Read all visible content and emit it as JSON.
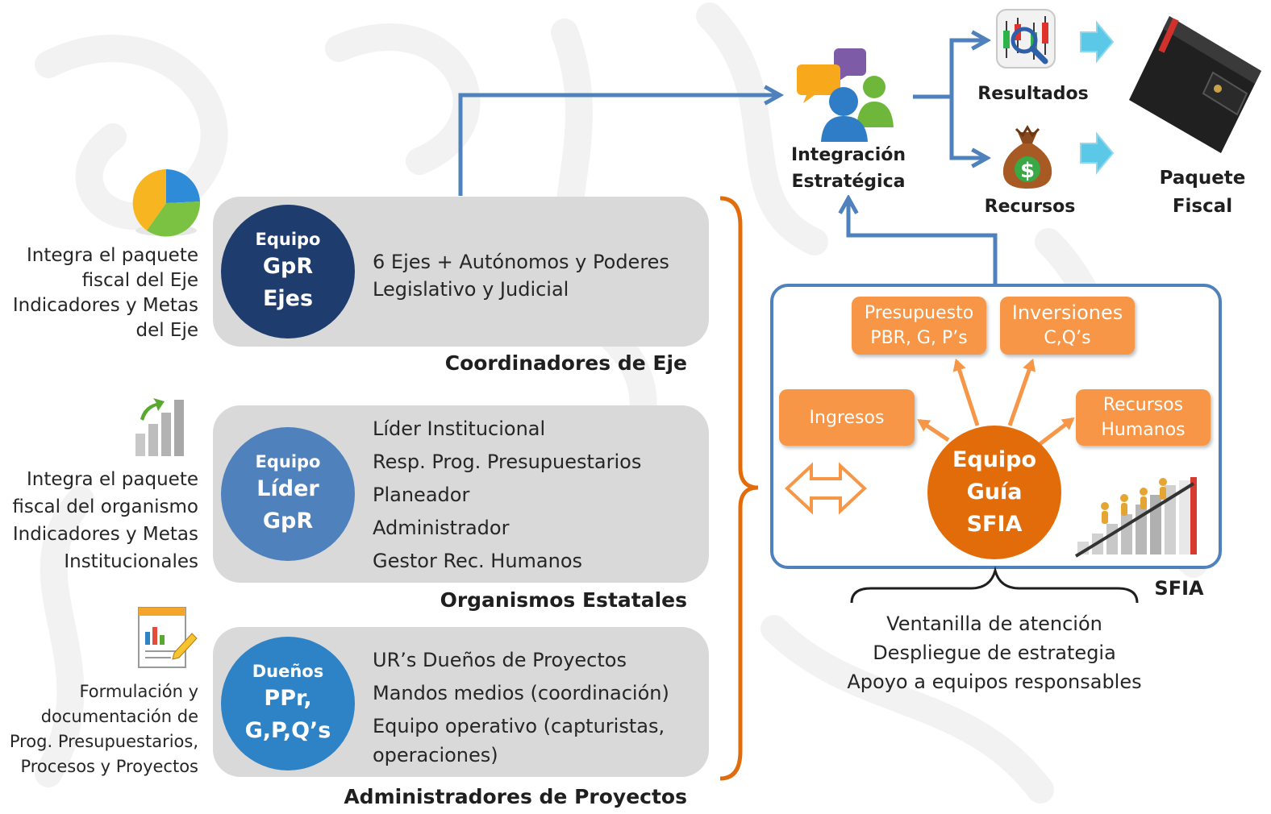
{
  "left_descriptions": [
    {
      "lines": [
        "Integra el paquete",
        "fiscal del Eje",
        "Indicadores y Metas",
        "del Eje"
      ]
    },
    {
      "lines": [
        "Integra el paquete",
        "fiscal del organismo",
        "Indicadores y Metas",
        "Institucionales"
      ]
    },
    {
      "lines": [
        "Formulación y",
        "documentación de",
        "Prog. Presupuestarios,",
        "Procesos y Proyectos"
      ]
    }
  ],
  "teams": [
    {
      "circle": [
        "Equipo",
        "GpR",
        "Ejes"
      ],
      "items": [
        "6 Ejes + Autónomos y Poderes",
        "Legislativo y Judicial"
      ],
      "caption": "Coordinadores de Eje"
    },
    {
      "circle": [
        "Equipo",
        "Líder",
        "GpR"
      ],
      "items": [
        "Líder Institucional",
        "Resp. Prog. Presupuestarios",
        "Planeador",
        "Administrador",
        "Gestor Rec. Humanos"
      ],
      "caption": "Organismos Estatales"
    },
    {
      "circle": [
        "Dueños",
        "PPr,",
        "G,P,Q’s"
      ],
      "items": [
        "UR’s Dueños de Proyectos",
        "Mandos medios  (coordinación)",
        "Equipo operativo (capturistas,",
        "operaciones)"
      ],
      "caption": "Administradores de Proyectos"
    }
  ],
  "integration": {
    "line1": "Integración",
    "line2": "Estratégica"
  },
  "outputs": {
    "resultados": "Resultados",
    "recursos": "Recursos",
    "paquete_line1": "Paquete",
    "paquete_line2": "Fiscal"
  },
  "sfia": {
    "label": "SFIA",
    "center": [
      "Equipo",
      "Guía",
      "SFIA"
    ],
    "boxes": [
      {
        "lines": [
          "Presupuesto",
          "PBR, G, P’s"
        ]
      },
      {
        "lines": [
          "Inversiones",
          "C,Q’s"
        ]
      },
      {
        "lines": [
          "Ingresos"
        ]
      },
      {
        "lines": [
          "Recursos",
          "Humanos"
        ]
      }
    ],
    "support": [
      "Ventanilla de atención",
      "Despliegue de estrategia",
      "Apoyo a equipos responsables"
    ]
  },
  "icons": [
    "pie-chart-icon",
    "bar-chart-growth-icon",
    "report-document-icon",
    "chat-people-icon",
    "candlestick-magnifier-icon",
    "money-bag-icon",
    "wallet-icon",
    "team-climbing-icon"
  ],
  "colors": {
    "dark_navy": "#1f3c6e",
    "mid_blue": "#4f81bd",
    "bright_blue": "#2e82c6",
    "orange": "#f79646",
    "dark_orange": "#e36c0a",
    "connector_blue": "#4f81bd",
    "box_gray": "#d9d9d9"
  }
}
